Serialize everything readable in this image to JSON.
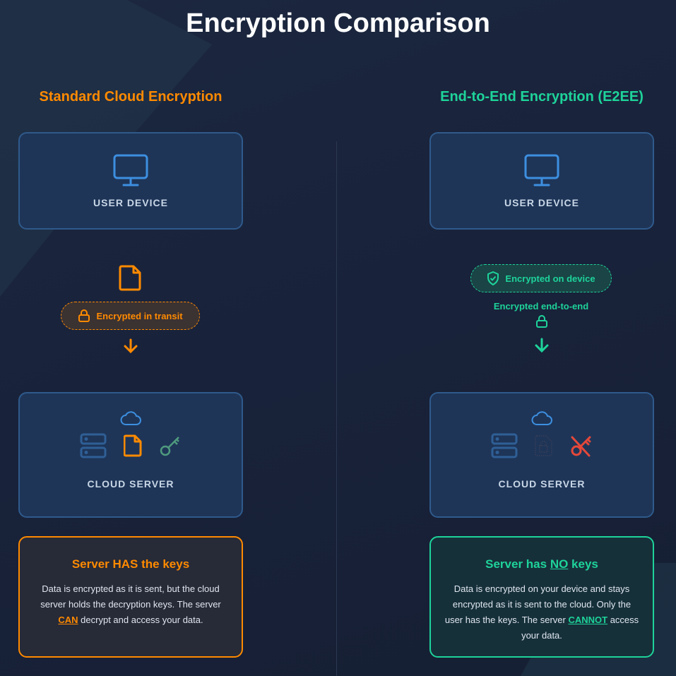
{
  "title": "Encryption Comparison",
  "colors": {
    "orange": "#ff8a00",
    "green": "#1ed39a",
    "blue": "#3d8fe0",
    "red": "#e5483a"
  },
  "left": {
    "heading": "Standard Cloud Encryption",
    "device_label": "USER DEVICE",
    "pill": "Encrypted in transit",
    "server_label": "CLOUD SERVER",
    "info": {
      "title": "Server HAS the keys",
      "text1": "Data is encrypted as it is sent, but the cloud server holds the decryption keys. The server ",
      "emph": "CAN",
      "text2": " decrypt and access your data."
    }
  },
  "right": {
    "heading": "End-to-End Encryption (E2EE)",
    "device_label": "USER DEVICE",
    "pill": "Encrypted on device",
    "transit_label": "Encrypted end-to-end",
    "server_label": "CLOUD SERVER",
    "info": {
      "title1": "Server has ",
      "title_emph": "NO",
      "title2": " keys",
      "text1": "Data is encrypted on your device and stays encrypted as it is sent to the cloud. Only the user has the keys. The server ",
      "emph": "CANNOT",
      "text2": " access your data."
    }
  }
}
